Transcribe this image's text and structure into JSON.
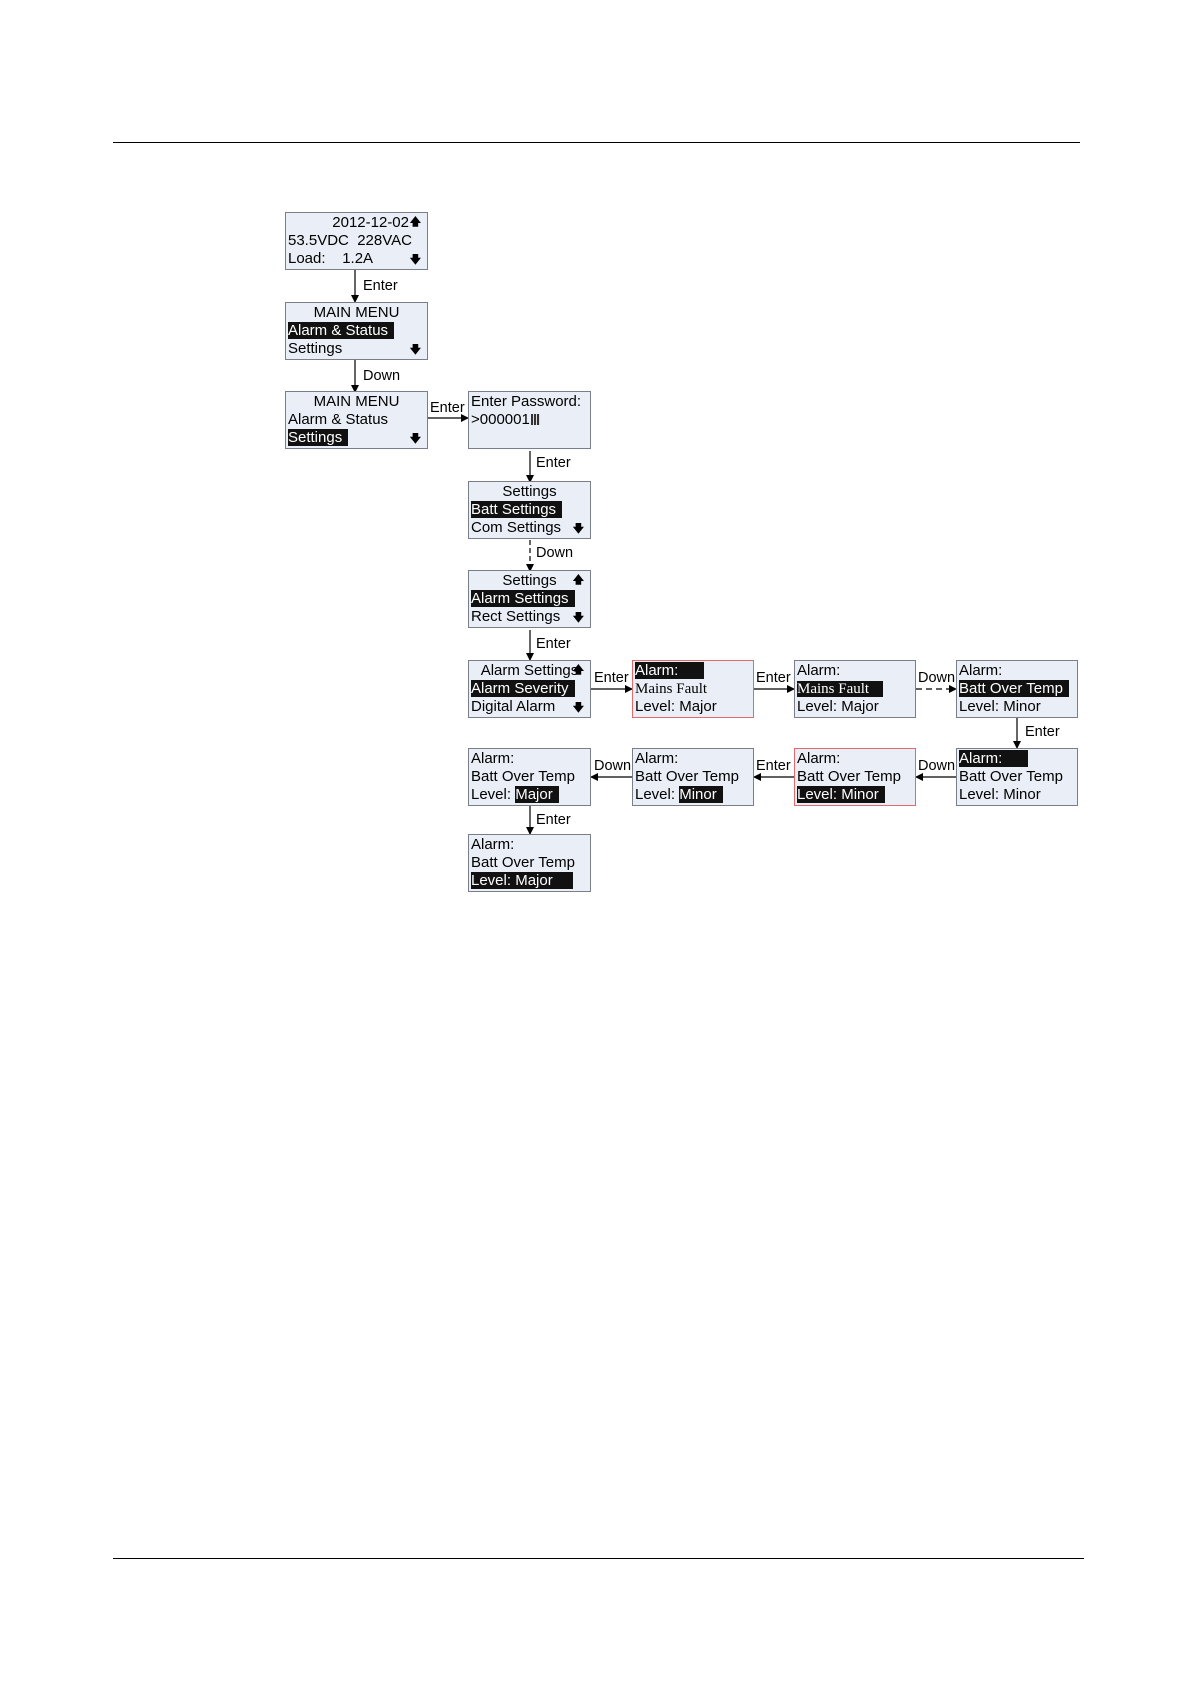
{
  "labels": {
    "enter": "Enter",
    "down": "Down"
  },
  "screens": {
    "home": {
      "line1": "2012-12-02",
      "line2": "53.5VDC  228VAC",
      "line3": "Load:    1.2A"
    },
    "main1": {
      "title": "MAIN MENU",
      "item1": "Alarm & Status",
      "item2": "Settings"
    },
    "main2": {
      "title": "MAIN MENU",
      "item1": "Alarm & Status",
      "item2": "Settings"
    },
    "password": {
      "line1": "Enter Password:",
      "line2": ">000001"
    },
    "settings1": {
      "title": "Settings",
      "item1": "Batt Settings",
      "item2": "Com Settings"
    },
    "settings2": {
      "title": "Settings",
      "item1": "Alarm Settings",
      "item2": "Rect Settings"
    },
    "alarm_settings": {
      "title": "Alarm Settings",
      "item1": "Alarm Severity",
      "item2": "Digital Alarm"
    },
    "sev1": {
      "line1": "Alarm:",
      "line2": "Mains Fault",
      "line3": "Level: Major"
    },
    "sev2": {
      "line1": "Alarm:",
      "line2": "Mains Fault",
      "line3": "Level: Major"
    },
    "sev3": {
      "line1": "Alarm:",
      "line2": "Batt Over Temp",
      "line3": "Level: Minor"
    },
    "sev4": {
      "line1": "Alarm:",
      "line2": "Batt Over Temp",
      "line3": "Level: Minor"
    },
    "sev5": {
      "line1": "Alarm:",
      "line2": "Batt Over Temp",
      "line3": "Level: Minor"
    },
    "sev6": {
      "line1": "Alarm:",
      "line2": "Batt Over Temp",
      "line3_label": "Level: ",
      "line3_value": "Minor"
    },
    "sev7": {
      "line1": "Alarm:",
      "line2": "Batt Over Temp",
      "line3_label": "Level: ",
      "line3_value": "Major"
    },
    "sev8": {
      "line1": "Alarm:",
      "line2": "Batt Over Temp",
      "line3": "Level: Major"
    }
  },
  "icons": [
    "arrow-up-icon",
    "arrow-down-icon",
    "cursor-icon"
  ]
}
